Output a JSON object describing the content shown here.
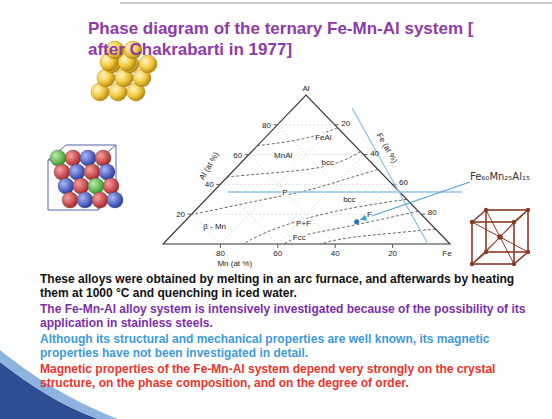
{
  "diagram": {
    "title": "Phase diagram of the ternary Fe-Mn-Al system [ after Chakrabarti in 1977]",
    "labels": [
      "Al",
      "80",
      "60",
      "40",
      "20",
      "Al (at %)",
      "20",
      "40",
      "60",
      "80",
      "Fe (at %)",
      "80",
      "60",
      "40",
      "20",
      "Mn (at %)",
      "Fe",
      "FeAl",
      "MnAl",
      "bcc",
      "P",
      "β - Mn",
      "bcc",
      "F",
      "P+F",
      "Fcc",
      "Fe₆₀Mn₂₅Al₁₅",
      "These alloys were obtained by melting in an arc furnace, and afterwards by heating them at 1000 °C and quenching in iced water.",
      "The Fe-Mn-Al alloy system is intensively investigated because of the possibility of its application in stainless steels.",
      "Although its structural and mechanical properties are well known, its magnetic properties have not been investigated in detail.",
      "Magnetic properties of the Fe-Mn-Al system depend very strongly on the crystal structure, on the phase composition, and on the degree of order."
    ]
  }
}
